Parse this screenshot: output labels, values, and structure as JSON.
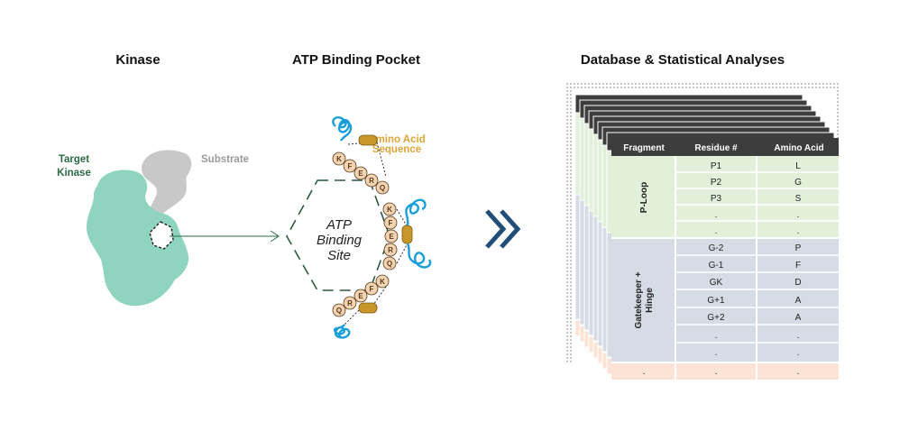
{
  "headers": {
    "kinase": "Kinase",
    "pocket": "ATP Binding Pocket",
    "database": "Database & Statistical Analyses"
  },
  "kinase_labels": {
    "target_line1": "Target",
    "target_line2": "Kinase",
    "substrate": "Substrate"
  },
  "pocket_labels": {
    "site_line1": "ATP",
    "site_line2": "Binding",
    "site_line3": "Site",
    "aa_line1": "Amino Acid",
    "aa_line2": "Sequence",
    "bead_letters": [
      "K",
      "F",
      "E",
      "R",
      "Q"
    ]
  },
  "colors": {
    "kinase": "#8fd4bf",
    "substrate": "#c8c8c8",
    "ribbon": "#1a9ed9",
    "bead": "#f2d4b3",
    "capsule": "#c9962a",
    "amino_label": "#e0a53a",
    "target_label": "#2c6b45",
    "chevron": "#1f4e79",
    "header_bg": "#3d3d3d",
    "ploop_bg": "#e2efd9",
    "hinge_bg": "#d6dce5",
    "last_bg": "#fbe4d5"
  },
  "table": {
    "columns": [
      "Fragment",
      "Residue #",
      "Amino Acid"
    ],
    "groups": [
      {
        "fragment": "P-Loop",
        "rows": [
          [
            "P1",
            "L"
          ],
          [
            "P2",
            "G"
          ],
          [
            "P3",
            "S"
          ],
          [
            ".",
            "."
          ],
          [
            ".",
            "."
          ]
        ]
      },
      {
        "fragment": "Gatekeeper + Hinge",
        "fragment_line1": "Gatekeeper +",
        "fragment_line2": "Hinge",
        "rows": [
          [
            "G-2",
            "P"
          ],
          [
            "G-1",
            "F"
          ],
          [
            "GK",
            "D"
          ],
          [
            "G+1",
            "A"
          ],
          [
            "G+2",
            "A"
          ],
          [
            ".",
            "."
          ],
          [
            ".",
            "."
          ]
        ]
      }
    ],
    "last_row": [
      ".",
      ".",
      "."
    ]
  }
}
